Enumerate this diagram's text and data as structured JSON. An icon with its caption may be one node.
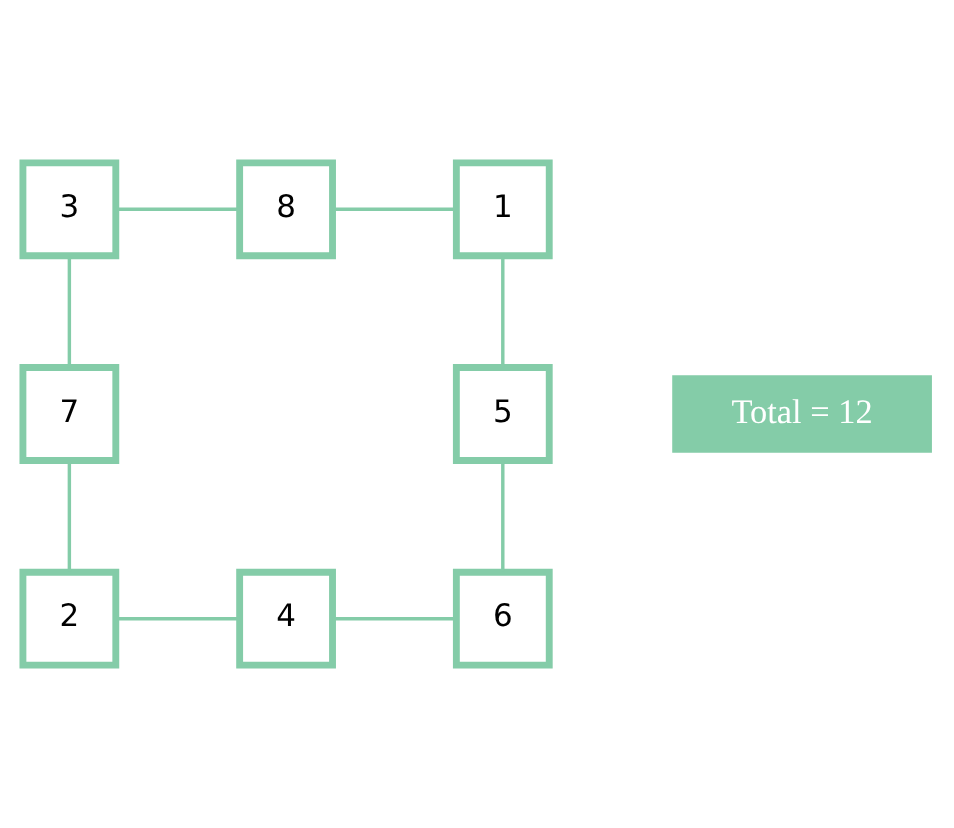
{
  "diagram": {
    "nodes": [
      {
        "text": [
          "3"
        ]
      },
      {
        "text": [
          "8"
        ]
      },
      {
        "text": [
          "1"
        ]
      },
      {
        "text": [
          "7"
        ]
      },
      {
        "text": [
          "Total = 12"
        ]
      },
      {
        "text": [
          "5"
        ]
      },
      {
        "text": [
          "2"
        ]
      },
      {
        "text": [
          "4"
        ]
      },
      {
        "text": [
          "6"
        ]
      }
    ],
    "edges": [
      {
        "from": 0,
        "to": 1,
        "arrow": "none"
      },
      {
        "from": 1,
        "to": 2,
        "arrow": "none"
      },
      {
        "from": 0,
        "to": 3,
        "arrow": "none"
      },
      {
        "from": 2,
        "to": 5,
        "arrow": "none"
      },
      {
        "from": 3,
        "to": 6,
        "arrow": "none"
      },
      {
        "from": 5,
        "to": 8,
        "arrow": "none"
      },
      {
        "from": 6,
        "to": 7,
        "arrow": "none"
      },
      {
        "from": 7,
        "to": 8,
        "arrow": "none"
      }
    ]
  }
}
